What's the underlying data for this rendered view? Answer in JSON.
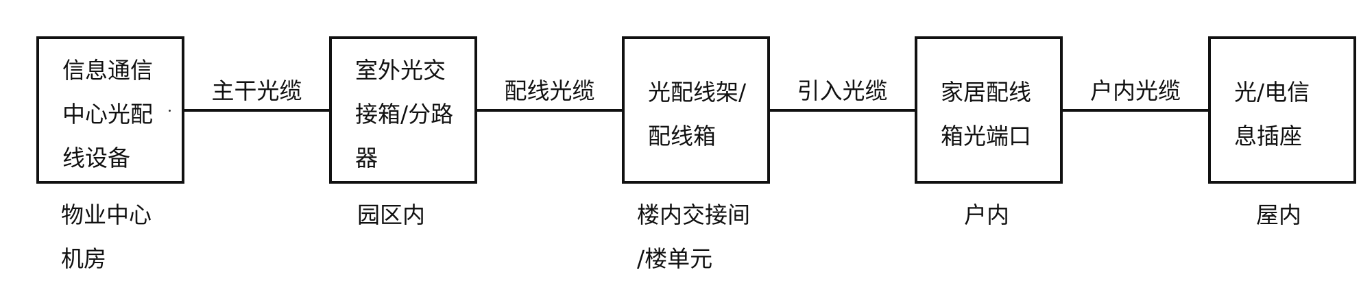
{
  "nodes": [
    {
      "text": "信息通信\n中心光配\n线设备",
      "location": "物业中心\n机房"
    },
    {
      "text": "室外光交\n接箱/分路\n器",
      "location": "园区内"
    },
    {
      "text": "光配线架/\n配线箱",
      "location": "楼内交接间\n/楼单元"
    },
    {
      "text": "家居配线\n箱光端口",
      "location": "户内"
    },
    {
      "text": "光/电信\n息插座",
      "location": "屋内"
    }
  ],
  "links": [
    "主干光缆",
    "配线光缆",
    "引入光缆",
    "户内光缆"
  ]
}
